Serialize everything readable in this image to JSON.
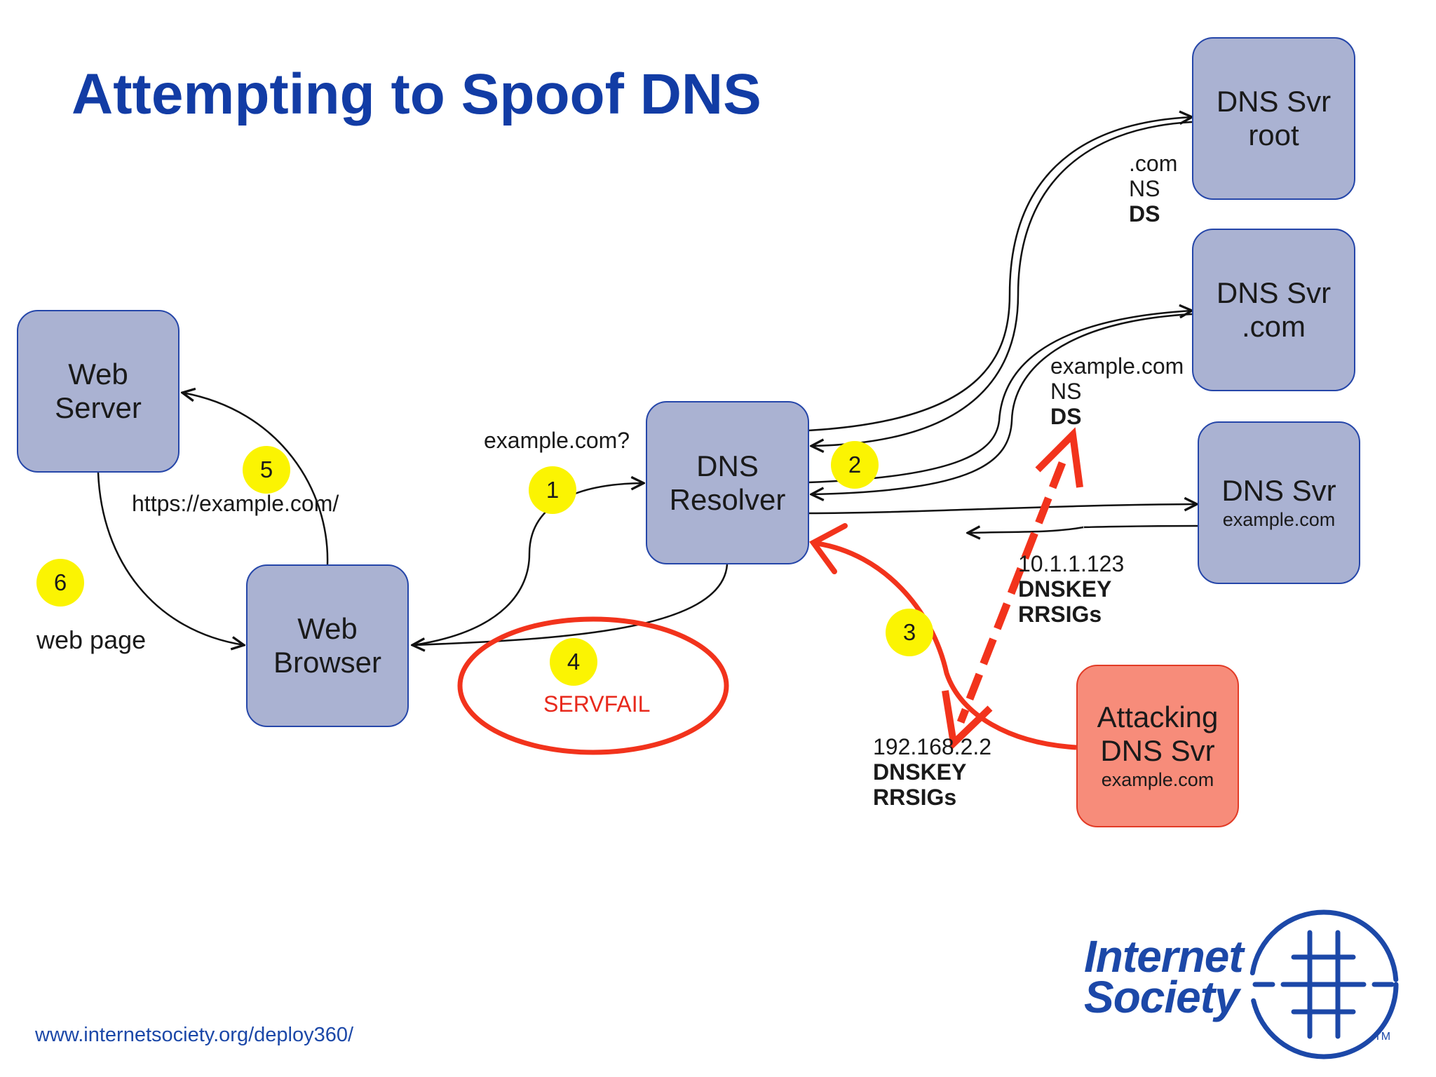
{
  "title": "Attempting to Spoof DNS",
  "nodes": {
    "web_server": [
      "Web",
      "Server"
    ],
    "web_browser": [
      "Web",
      "Browser"
    ],
    "dns_resolver": [
      "DNS",
      "Resolver"
    ],
    "root": {
      "line1": "DNS Svr",
      "line2": "root"
    },
    "com": {
      "line1": "DNS Svr",
      "line2": ".com"
    },
    "example": {
      "line1": "DNS Svr",
      "line2": "example.com"
    },
    "attacker": {
      "line1": "Attacking",
      "line2": "DNS Svr",
      "line3": "example.com"
    }
  },
  "steps": [
    "1",
    "2",
    "3",
    "4",
    "5",
    "6"
  ],
  "labels": {
    "query": "example.com?",
    "https": "https://example.com/",
    "web_page": "web page",
    "servfail": "SERVFAIL",
    "root_reply": {
      "l1": ".com",
      "l2": "NS",
      "l3": "DS"
    },
    "com_reply": {
      "l1": "example.com",
      "l2": "NS",
      "l3": "DS"
    },
    "legit_reply": {
      "l1": "10.1.1.123",
      "l2": "DNSKEY",
      "l3": "RRSIGs"
    },
    "spoof_reply": {
      "l1": "192.168.2.2",
      "l2": "DNSKEY",
      "l3": "RRSIGs"
    }
  },
  "logo": {
    "line1": "Internet",
    "line2": "Society",
    "tm": "TM"
  },
  "footer": {
    "url": "www.internetsociety.org/deploy360/"
  },
  "colors": {
    "title": "#123ca5",
    "node_fill": "#aab2d2",
    "node_border": "#2546a9",
    "attacker_fill": "#f78c7a",
    "attack_red": "#f2331c",
    "step_yellow": "#fbf402",
    "logo_blue": "#1c48a8"
  }
}
